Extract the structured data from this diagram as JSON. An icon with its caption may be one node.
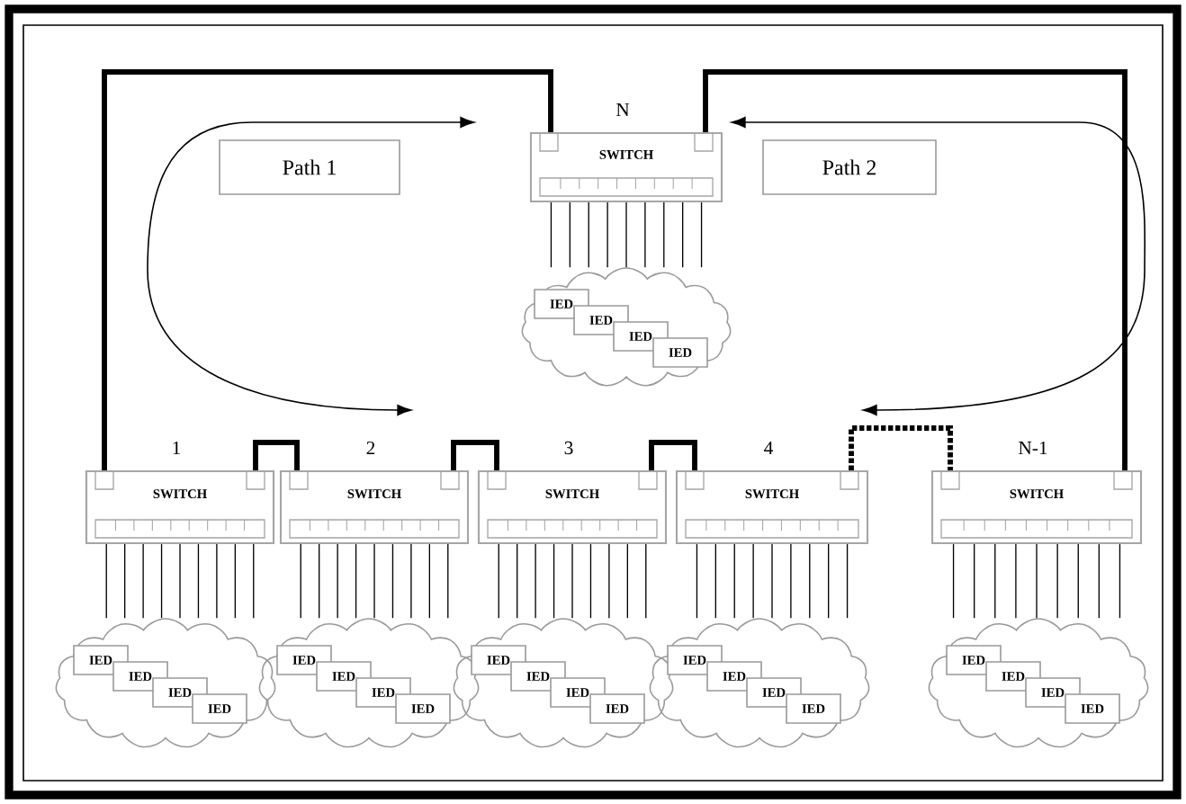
{
  "diagram": {
    "nodes": [
      {
        "text": [
          "SWITCH"
        ],
        "beside": [
          "N"
        ]
      },
      {
        "text": [
          "Path 1"
        ]
      },
      {
        "text": [
          "Path 2"
        ]
      },
      {
        "text": [],
        "shape": "cloud"
      },
      {
        "text": [
          "IED"
        ],
        "in": 3
      },
      {
        "text": [
          "IED"
        ],
        "in": 3
      },
      {
        "text": [
          "IED"
        ],
        "in": 3
      },
      {
        "text": [
          "IED"
        ],
        "in": 3
      },
      {
        "text": [
          "SWITCH"
        ],
        "beside": [
          "1"
        ]
      },
      {
        "text": [
          "SWITCH"
        ],
        "beside": [
          "2"
        ]
      },
      {
        "text": [
          "SWITCH"
        ],
        "beside": [
          "3"
        ]
      },
      {
        "text": [
          "SWITCH"
        ],
        "beside": [
          "4"
        ]
      },
      {
        "text": [
          "SWITCH"
        ],
        "beside": [
          "N-1"
        ]
      },
      {
        "text": [],
        "shape": "cloud"
      },
      {
        "text": [
          "IED"
        ],
        "in": 13
      },
      {
        "text": [
          "IED"
        ],
        "in": 13
      },
      {
        "text": [
          "IED"
        ],
        "in": 13
      },
      {
        "text": [
          "IED"
        ],
        "in": 13
      },
      {
        "text": [],
        "shape": "cloud"
      },
      {
        "text": [
          "IED"
        ],
        "in": 18
      },
      {
        "text": [
          "IED"
        ],
        "in": 18
      },
      {
        "text": [
          "IED"
        ],
        "in": 18
      },
      {
        "text": [
          "IED"
        ],
        "in": 18
      },
      {
        "text": [],
        "shape": "cloud"
      },
      {
        "text": [
          "IED"
        ],
        "in": 23
      },
      {
        "text": [
          "IED"
        ],
        "in": 23
      },
      {
        "text": [
          "IED"
        ],
        "in": 23
      },
      {
        "text": [
          "IED"
        ],
        "in": 23
      },
      {
        "text": [],
        "shape": "cloud"
      },
      {
        "text": [
          "IED"
        ],
        "in": 28
      },
      {
        "text": [
          "IED"
        ],
        "in": 28
      },
      {
        "text": [
          "IED"
        ],
        "in": 28
      },
      {
        "text": [
          "IED"
        ],
        "in": 28
      },
      {
        "text": [],
        "shape": "cloud"
      },
      {
        "text": [
          "IED"
        ],
        "in": 33
      },
      {
        "text": [
          "IED"
        ],
        "in": 33
      },
      {
        "text": [
          "IED"
        ],
        "in": 33
      },
      {
        "text": [
          "IED"
        ],
        "in": 33
      }
    ],
    "edges": [
      {
        "from": 8,
        "to": 0,
        "arrow": "none",
        "style": "thick"
      },
      {
        "from": 0,
        "to": 12,
        "arrow": "none",
        "style": "thick"
      },
      {
        "from": 8,
        "to": 9,
        "arrow": "none",
        "style": "thick"
      },
      {
        "from": 9,
        "to": 10,
        "arrow": "none",
        "style": "thick"
      },
      {
        "from": 10,
        "to": 11,
        "arrow": "none",
        "style": "thick"
      },
      {
        "from": 11,
        "to": 12,
        "arrow": "none",
        "style": "dashed"
      },
      {
        "from": 0,
        "to": 3,
        "arrow": "none"
      },
      {
        "from": 0,
        "to": 3,
        "arrow": "none"
      },
      {
        "from": 0,
        "to": 3,
        "arrow": "none"
      },
      {
        "from": 0,
        "to": 3,
        "arrow": "none"
      },
      {
        "from": 0,
        "to": 3,
        "arrow": "none"
      },
      {
        "from": 0,
        "to": 3,
        "arrow": "none"
      },
      {
        "from": 0,
        "to": 3,
        "arrow": "none"
      },
      {
        "from": 0,
        "to": 3,
        "arrow": "none"
      },
      {
        "from": 0,
        "to": 3,
        "arrow": "none"
      },
      {
        "from": 8,
        "to": 13,
        "arrow": "none"
      },
      {
        "from": 8,
        "to": 13,
        "arrow": "none"
      },
      {
        "from": 8,
        "to": 13,
        "arrow": "none"
      },
      {
        "from": 8,
        "to": 13,
        "arrow": "none"
      },
      {
        "from": 8,
        "to": 13,
        "arrow": "none"
      },
      {
        "from": 8,
        "to": 13,
        "arrow": "none"
      },
      {
        "from": 8,
        "to": 13,
        "arrow": "none"
      },
      {
        "from": 8,
        "to": 13,
        "arrow": "none"
      },
      {
        "from": 8,
        "to": 13,
        "arrow": "none"
      },
      {
        "from": 9,
        "to": 18,
        "arrow": "none"
      },
      {
        "from": 9,
        "to": 18,
        "arrow": "none"
      },
      {
        "from": 9,
        "to": 18,
        "arrow": "none"
      },
      {
        "from": 9,
        "to": 18,
        "arrow": "none"
      },
      {
        "from": 9,
        "to": 18,
        "arrow": "none"
      },
      {
        "from": 9,
        "to": 18,
        "arrow": "none"
      },
      {
        "from": 9,
        "to": 18,
        "arrow": "none"
      },
      {
        "from": 9,
        "to": 18,
        "arrow": "none"
      },
      {
        "from": 9,
        "to": 18,
        "arrow": "none"
      },
      {
        "from": 10,
        "to": 23,
        "arrow": "none"
      },
      {
        "from": 10,
        "to": 23,
        "arrow": "none"
      },
      {
        "from": 10,
        "to": 23,
        "arrow": "none"
      },
      {
        "from": 10,
        "to": 23,
        "arrow": "none"
      },
      {
        "from": 10,
        "to": 23,
        "arrow": "none"
      },
      {
        "from": 10,
        "to": 23,
        "arrow": "none"
      },
      {
        "from": 10,
        "to": 23,
        "arrow": "none"
      },
      {
        "from": 10,
        "to": 23,
        "arrow": "none"
      },
      {
        "from": 10,
        "to": 23,
        "arrow": "none"
      },
      {
        "from": 11,
        "to": 28,
        "arrow": "none"
      },
      {
        "from": 11,
        "to": 28,
        "arrow": "none"
      },
      {
        "from": 11,
        "to": 28,
        "arrow": "none"
      },
      {
        "from": 11,
        "to": 28,
        "arrow": "none"
      },
      {
        "from": 11,
        "to": 28,
        "arrow": "none"
      },
      {
        "from": 11,
        "to": 28,
        "arrow": "none"
      },
      {
        "from": 11,
        "to": 28,
        "arrow": "none"
      },
      {
        "from": 11,
        "to": 28,
        "arrow": "none"
      },
      {
        "from": 11,
        "to": 28,
        "arrow": "none"
      },
      {
        "from": 12,
        "to": 33,
        "arrow": "none"
      },
      {
        "from": 12,
        "to": 33,
        "arrow": "none"
      },
      {
        "from": 12,
        "to": 33,
        "arrow": "none"
      },
      {
        "from": 12,
        "to": 33,
        "arrow": "none"
      },
      {
        "from": 12,
        "to": 33,
        "arrow": "none"
      },
      {
        "from": 12,
        "to": 33,
        "arrow": "none"
      },
      {
        "from": 12,
        "to": 33,
        "arrow": "none"
      },
      {
        "from": 12,
        "to": 33,
        "arrow": "none"
      },
      {
        "from": 12,
        "to": 33,
        "arrow": "none"
      }
    ]
  }
}
